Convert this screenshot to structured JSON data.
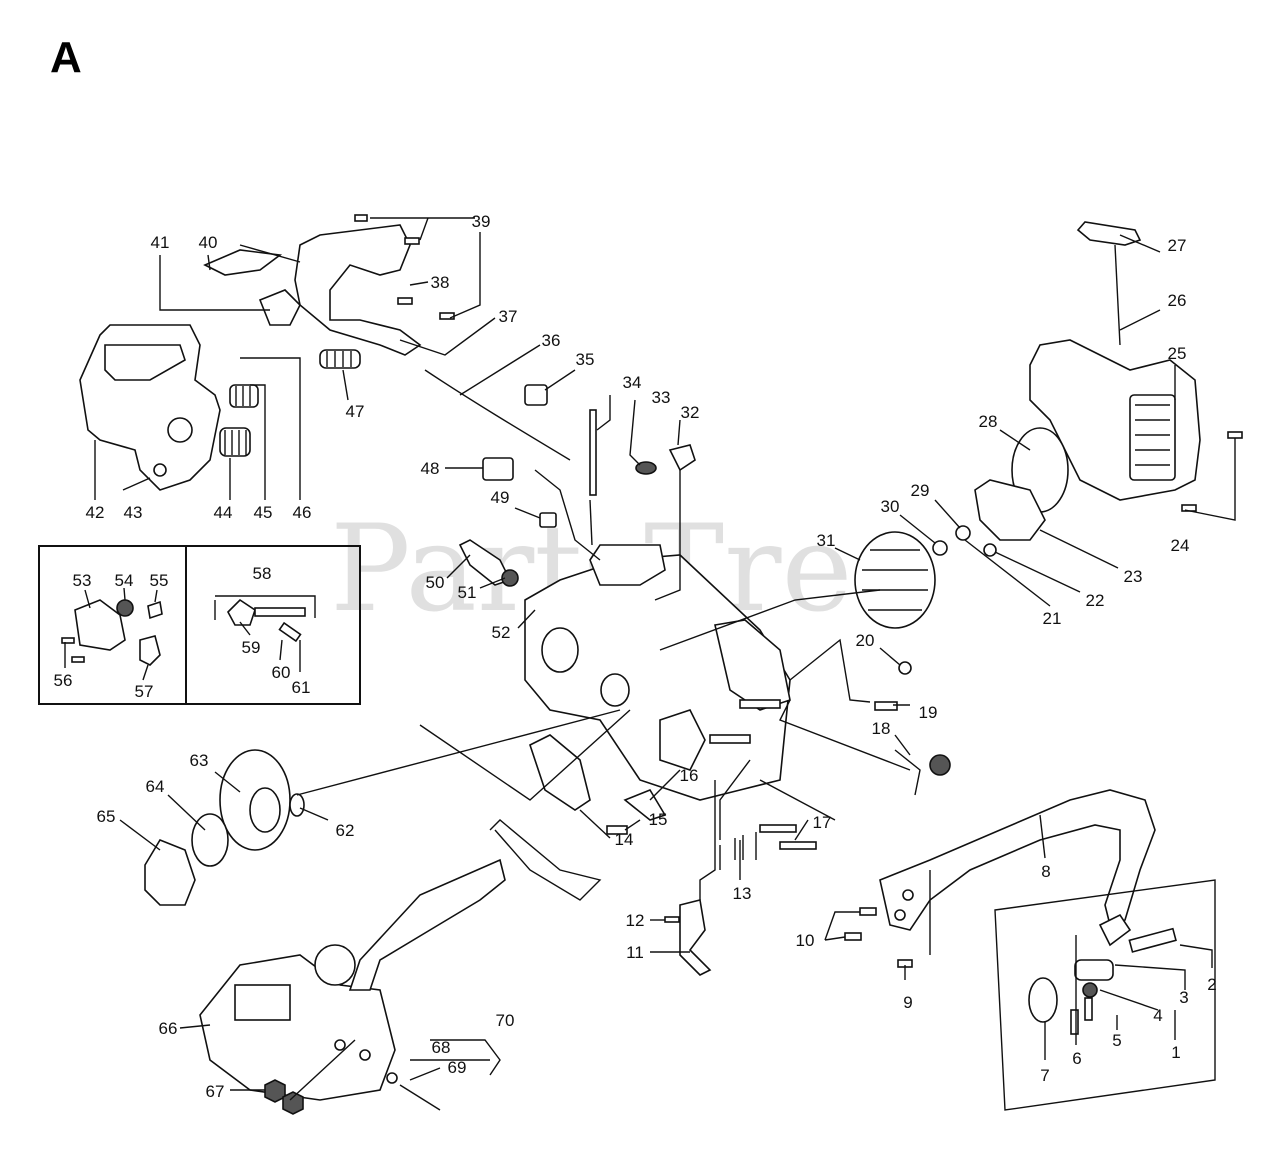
{
  "page": {
    "section_letter": "A"
  },
  "watermark": {
    "text": "PartsTree"
  },
  "callouts": [
    "1",
    "2",
    "3",
    "4",
    "5",
    "6",
    "7",
    "8",
    "9",
    "10",
    "11",
    "12",
    "13",
    "14",
    "15",
    "16",
    "17",
    "18",
    "19",
    "20",
    "21",
    "22",
    "23",
    "24",
    "25",
    "26",
    "27",
    "28",
    "29",
    "30",
    "31",
    "32",
    "33",
    "34",
    "35",
    "36",
    "37",
    "38",
    "39",
    "40",
    "41",
    "42",
    "43",
    "44",
    "45",
    "46",
    "47",
    "48",
    "49",
    "50",
    "51",
    "52",
    "53",
    "54",
    "55",
    "56",
    "57",
    "58",
    "59",
    "60",
    "61",
    "62",
    "63",
    "64",
    "65",
    "66",
    "67",
    "68",
    "69",
    "70"
  ]
}
